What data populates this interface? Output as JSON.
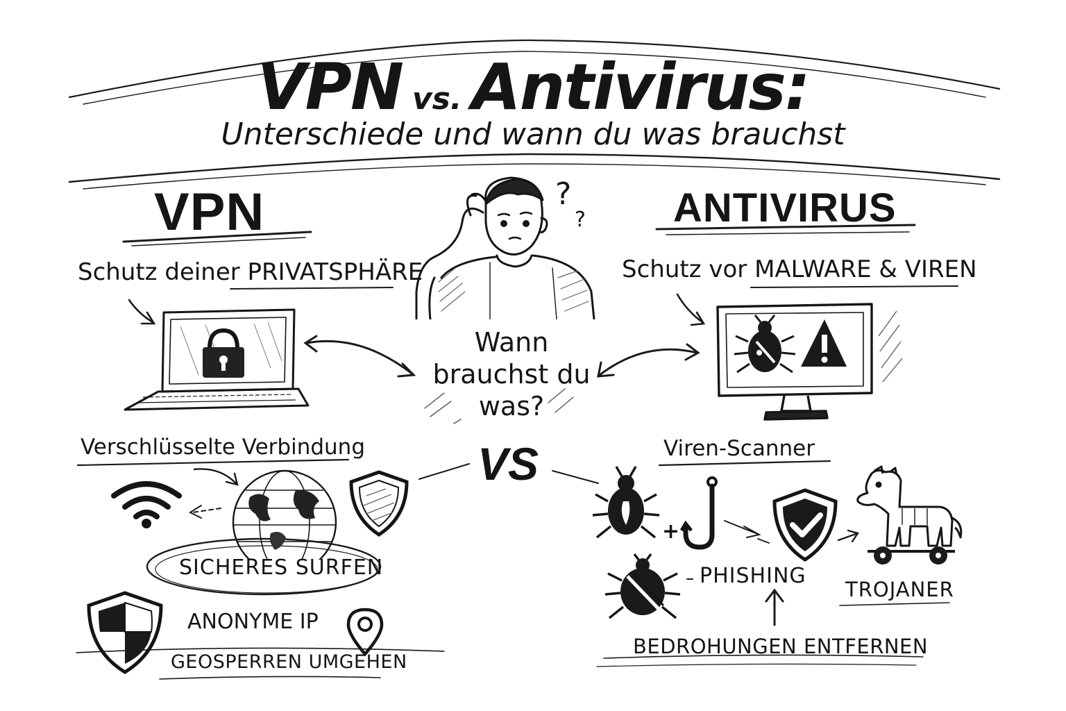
{
  "header": {
    "title_vpn": "VPN",
    "title_vs": "vs.",
    "title_antivirus": "Antivirus:",
    "subtitle": "Unterschiede und wann du was brauchst"
  },
  "vpn": {
    "heading": "VPN",
    "subheading": "Schutz deiner PRIVATSPHÄRE",
    "features": {
      "encrypted": "Verschlüsselte Verbindung",
      "secure_surfing": "SICHERES SURFEN",
      "anonymous_ip": "ANONYME IP",
      "geo_bypass": "GEOSPERREN UMGEHEN"
    },
    "icons": [
      "laptop-icon",
      "padlock-icon",
      "wifi-icon",
      "globe-icon",
      "shield-icon",
      "location-pin-icon"
    ]
  },
  "center": {
    "question": "Wann brauchst du was?",
    "versus": "VS"
  },
  "antivirus": {
    "heading": "ANTIVIRUS",
    "subheading": "Schutz vor MALWARE & VIREN",
    "features": {
      "scanner": "Viren-Scanner",
      "plus": "+",
      "phishing": "PHISHING",
      "trojan": "TROJANER",
      "remove_threats": "BEDROHUNGEN ENTFERNEN"
    },
    "icons": [
      "monitor-icon",
      "bug-icon",
      "warning-icon",
      "fishhook-icon",
      "shield-check-icon",
      "trojan-horse-icon"
    ]
  },
  "colors": {
    "ink": "#151515",
    "paper": "#ffffff",
    "hatch": "#555555"
  }
}
